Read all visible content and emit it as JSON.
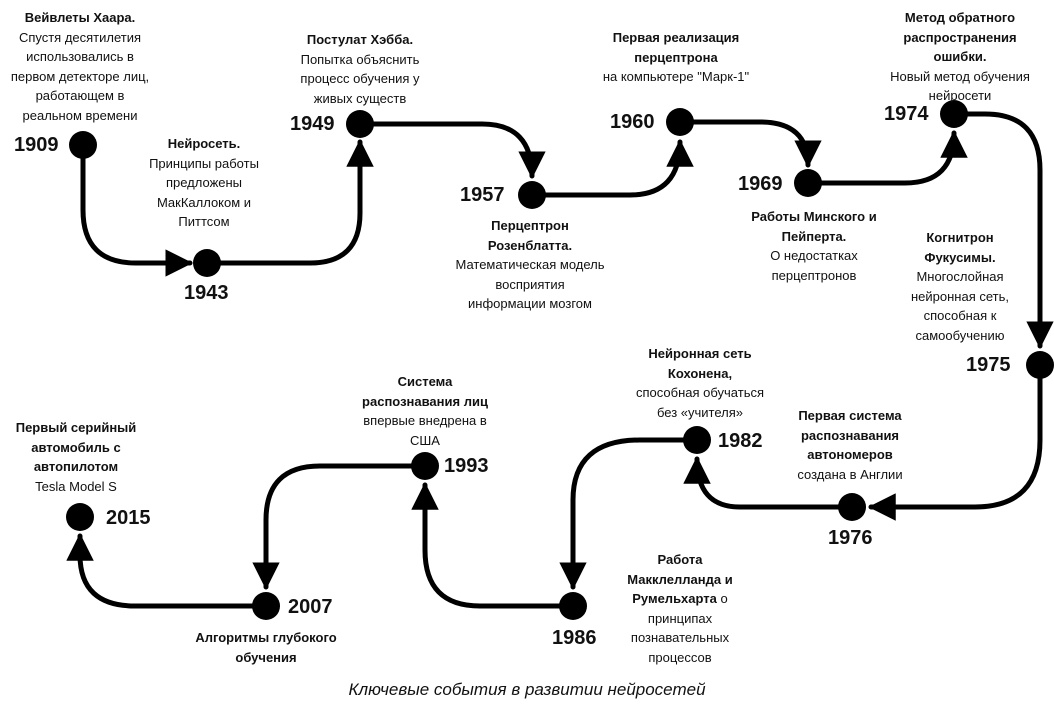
{
  "caption": "Ключевые события в развитии нейросетей",
  "events": [
    {
      "year": "1909",
      "title": "Вейвлеты Хаара.",
      "text": "Спустя десятилетия использовались в первом детекторе лиц, работающем в реальном времени"
    },
    {
      "year": "1943",
      "title": "Нейросеть.",
      "text": "Принципы работы предложены МакКаллоком и Питтсом"
    },
    {
      "year": "1949",
      "title": "Постулат Хэбба.",
      "text": "Попытка объяснить процесс обучения у живых существ"
    },
    {
      "year": "1957",
      "title": "Перцептрон Розенблатта.",
      "text": "Математическая модель восприятия информации мозгом"
    },
    {
      "year": "1960",
      "title": "Первая реализация перцептрона",
      "text": "на компьютере \"Марк-1\""
    },
    {
      "year": "1969",
      "title": "Работы Минского и Пейперта.",
      "text": "О недостатках перцептронов"
    },
    {
      "year": "1974",
      "title": "Метод обратного распространения ошибки.",
      "text": "Новый метод обучения нейросети"
    },
    {
      "year": "1975",
      "title": "Когнитрон Фукусимы.",
      "text": "Многослойная нейронная сеть, способная к самообучению"
    },
    {
      "year": "1976",
      "title": "Первая система распознавания автономеров",
      "text": "создана в Англии"
    },
    {
      "year": "1982",
      "title": "Нейронная сеть Кохонена,",
      "text": "способная обучаться без «учителя»"
    },
    {
      "year": "1986",
      "title": "Работа Макклелланда и Румельхарта",
      "text": "о принципах познавательных процессов"
    },
    {
      "year": "1993",
      "title": "Система распознавания лиц",
      "text": "впервые внедрена в США"
    },
    {
      "year": "2007",
      "title": "Алгоритмы глубокого обучения",
      "text": ""
    },
    {
      "year": "2015",
      "title": "Первый серийный автомобиль с автопилотом",
      "text": "Tesla Model S"
    }
  ]
}
